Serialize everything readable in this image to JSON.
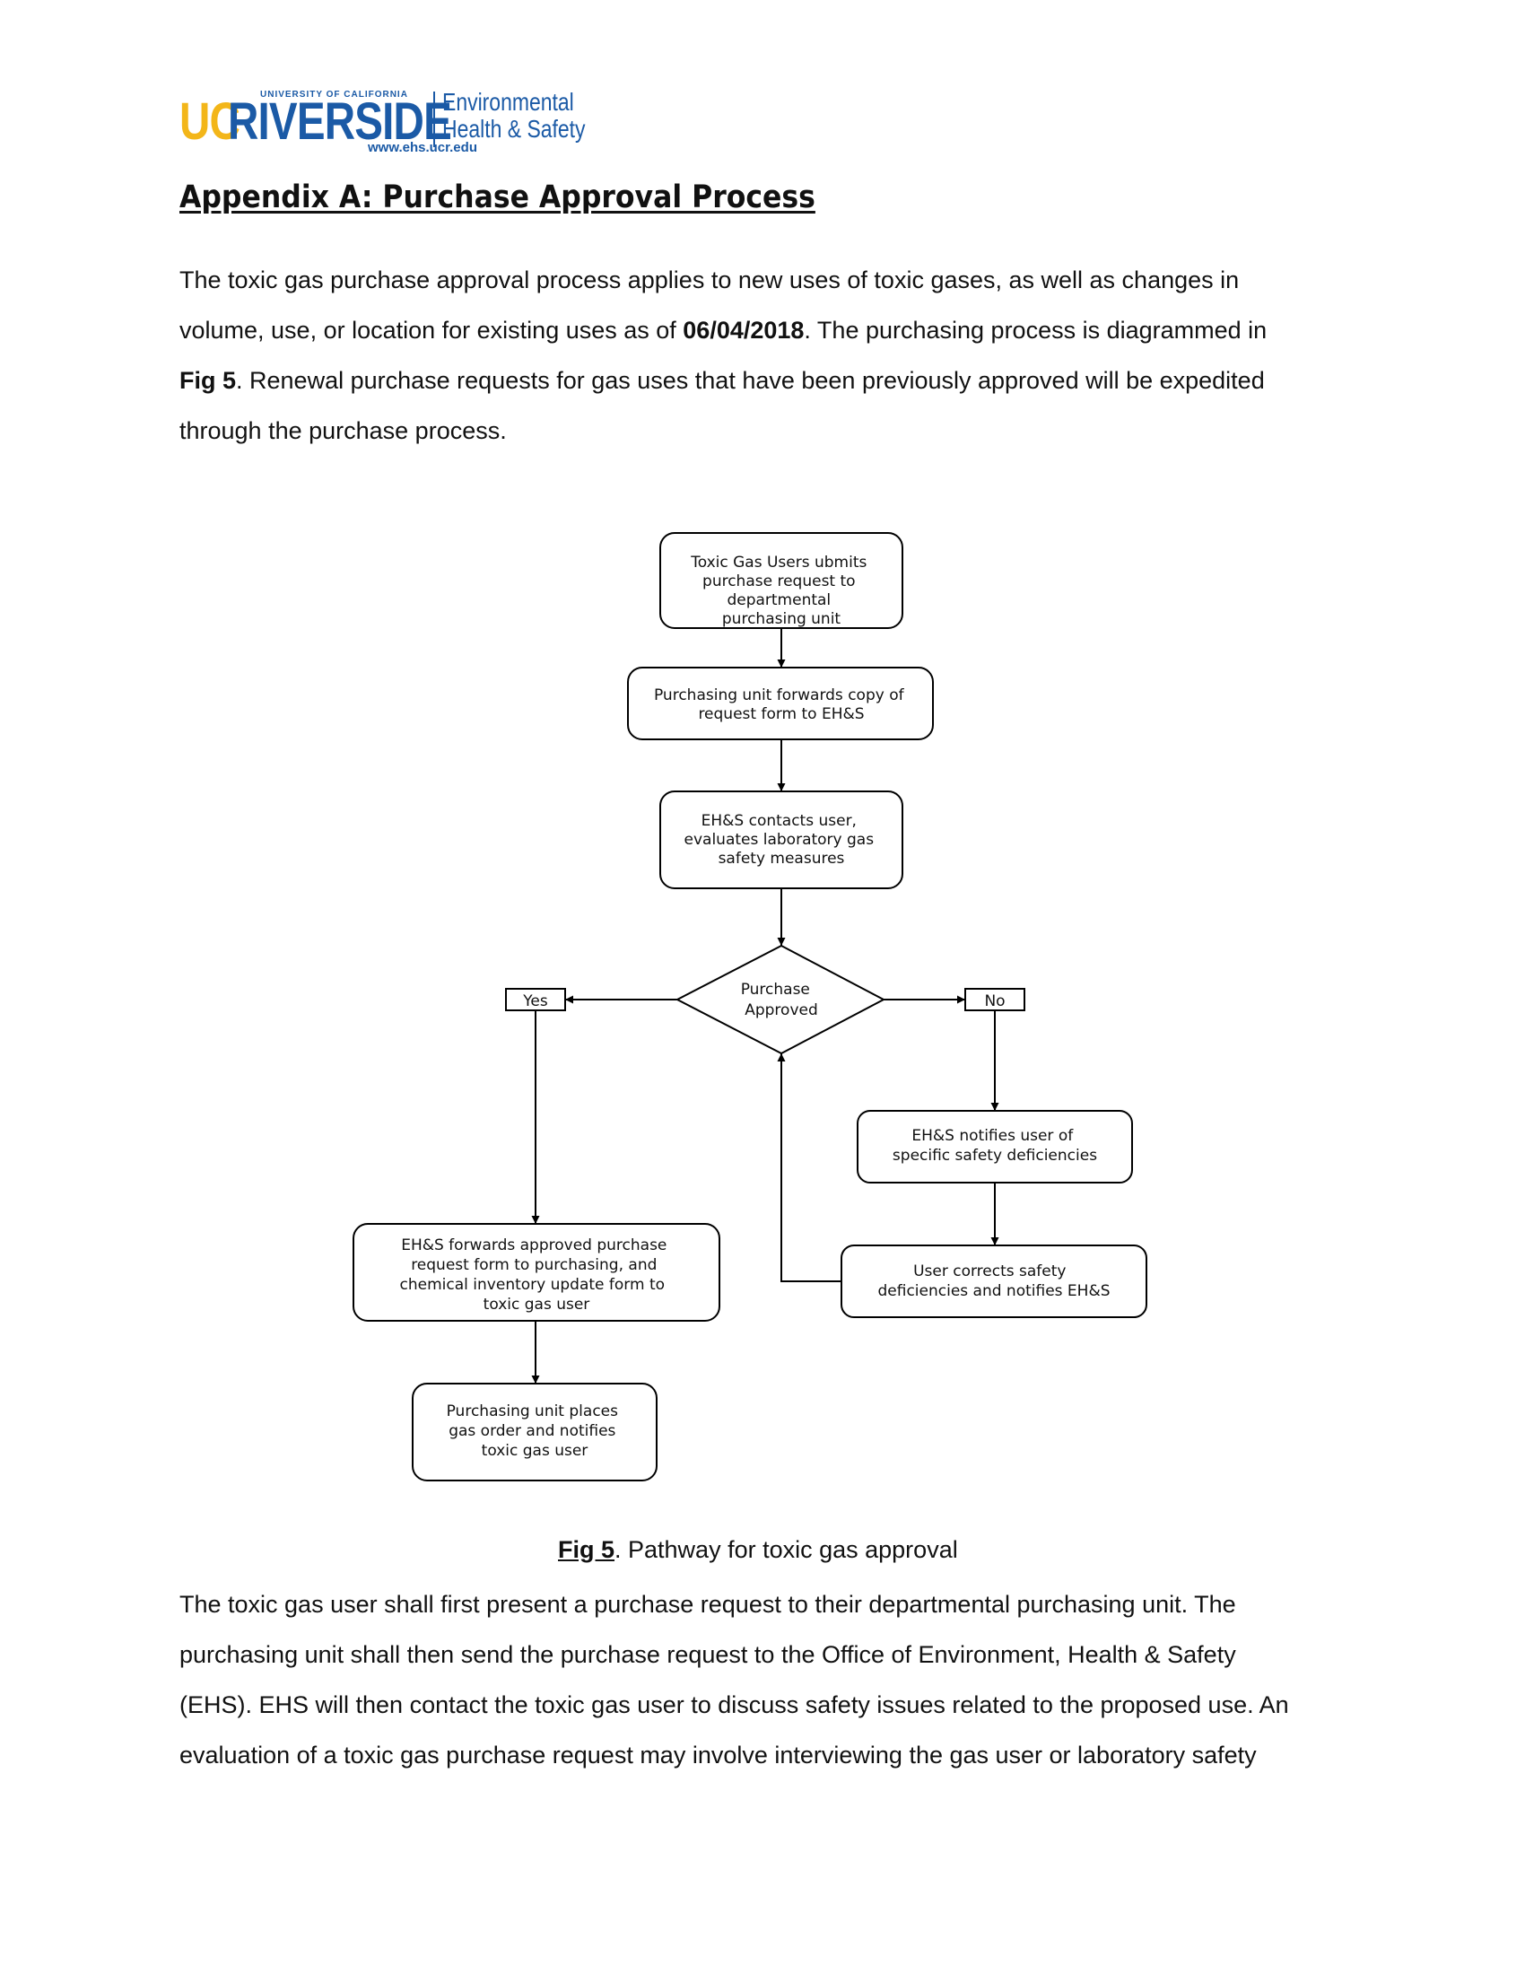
{
  "header": {
    "logo": {
      "uc": "UC",
      "riverside": "RIVERSIDE",
      "university": "UNIVERSITY OF CALIFORNIA",
      "dept_line1": "Environmental",
      "dept_line2": "Health & Safety",
      "url": "www.ehs.ucr.edu"
    }
  },
  "heading": "Appendix A:  Purchase Approval Process",
  "intro": {
    "line1": "The toxic gas purchase approval process applies to new uses of toxic gases, as well as changes in",
    "line2_pre": "volume, use, or location for existing uses as of ",
    "line2_date": "06/04/2018",
    "line2_post": ". The purchasing process is diagrammed in",
    "line3_fig": "Fig 5",
    "line3_post": ". Renewal purchase requests for gas uses that have been previously approved will be expedited",
    "line4": "through the purchase process."
  },
  "flowchart": {
    "node1": [
      "Toxic Gas Users ubmits",
      "purchase request to",
      "departmental",
      "purchasing unit"
    ],
    "node2": [
      "Purchasing unit forwards copy of",
      "request form to EH&S"
    ],
    "node3": [
      "EH&S contacts user,",
      "evaluates laboratory gas",
      "safety measures"
    ],
    "decision": [
      "Purchase",
      "Approved"
    ],
    "yes": "Yes",
    "no": "No",
    "node_notify": [
      "EH&S notifies user of",
      "specific safety deficiencies"
    ],
    "node_correct": [
      "User corrects safety",
      "deficiencies and notifies EH&S"
    ],
    "node_forward": [
      "EH&S forwards approved purchase",
      "request form to purchasing, and",
      "chemical inventory update form to",
      "toxic gas user"
    ],
    "node_place": [
      "Purchasing unit places",
      "gas order and notifies",
      "toxic gas user"
    ]
  },
  "caption": {
    "fig": "Fig 5",
    "text": ". Pathway for toxic gas approval"
  },
  "body": {
    "line1": "The toxic gas user shall first present a purchase request to their departmental purchasing unit. The",
    "line2": "purchasing unit shall then send the purchase request to the Office of Environment, Health & Safety",
    "line3": "(EHS). EHS will then contact the toxic gas user to discuss safety issues related to the proposed use. An",
    "line4": "evaluation of a toxic gas purchase request may involve interviewing the gas user or laboratory safety"
  }
}
